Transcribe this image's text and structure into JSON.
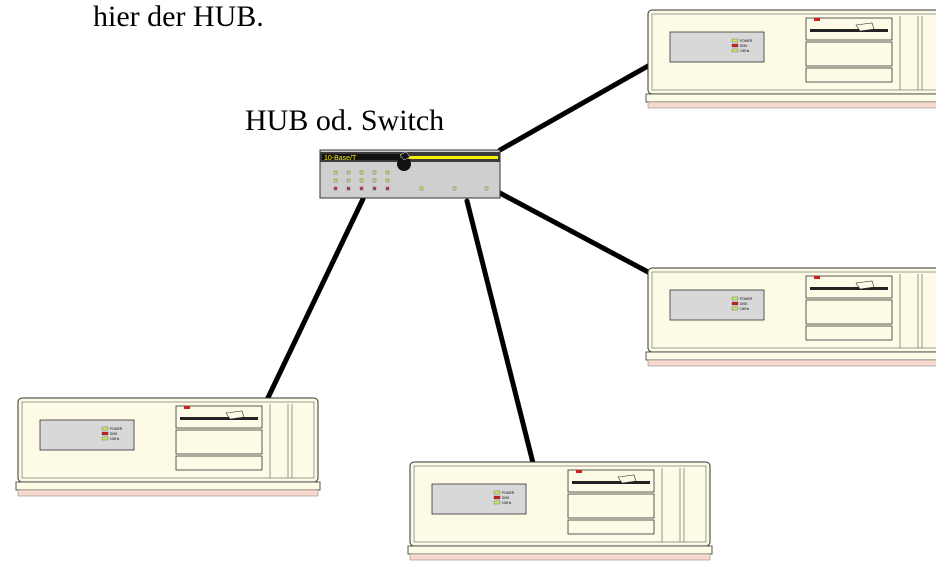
{
  "top_text": "hier der HUB.",
  "hub_caption": "HUB od. Switch",
  "hub": {
    "panel_label": "10-Base/T"
  },
  "computers": [
    {
      "id": "pc-top-right"
    },
    {
      "id": "pc-middle-right"
    },
    {
      "id": "pc-bottom-left"
    },
    {
      "id": "pc-bottom-center"
    }
  ],
  "led_labels": [
    "POWER",
    "DISK",
    "100Hz"
  ],
  "colors": {
    "case_fill": "#fdfbe6",
    "case_base": "#f6d8cc",
    "cable": "#000000",
    "hub_body": "#cfcfcf",
    "hub_stripe": "#f7f000",
    "led_green": "#c8e86a",
    "led_magenta": "#c0307a",
    "led_red": "#d02020"
  }
}
